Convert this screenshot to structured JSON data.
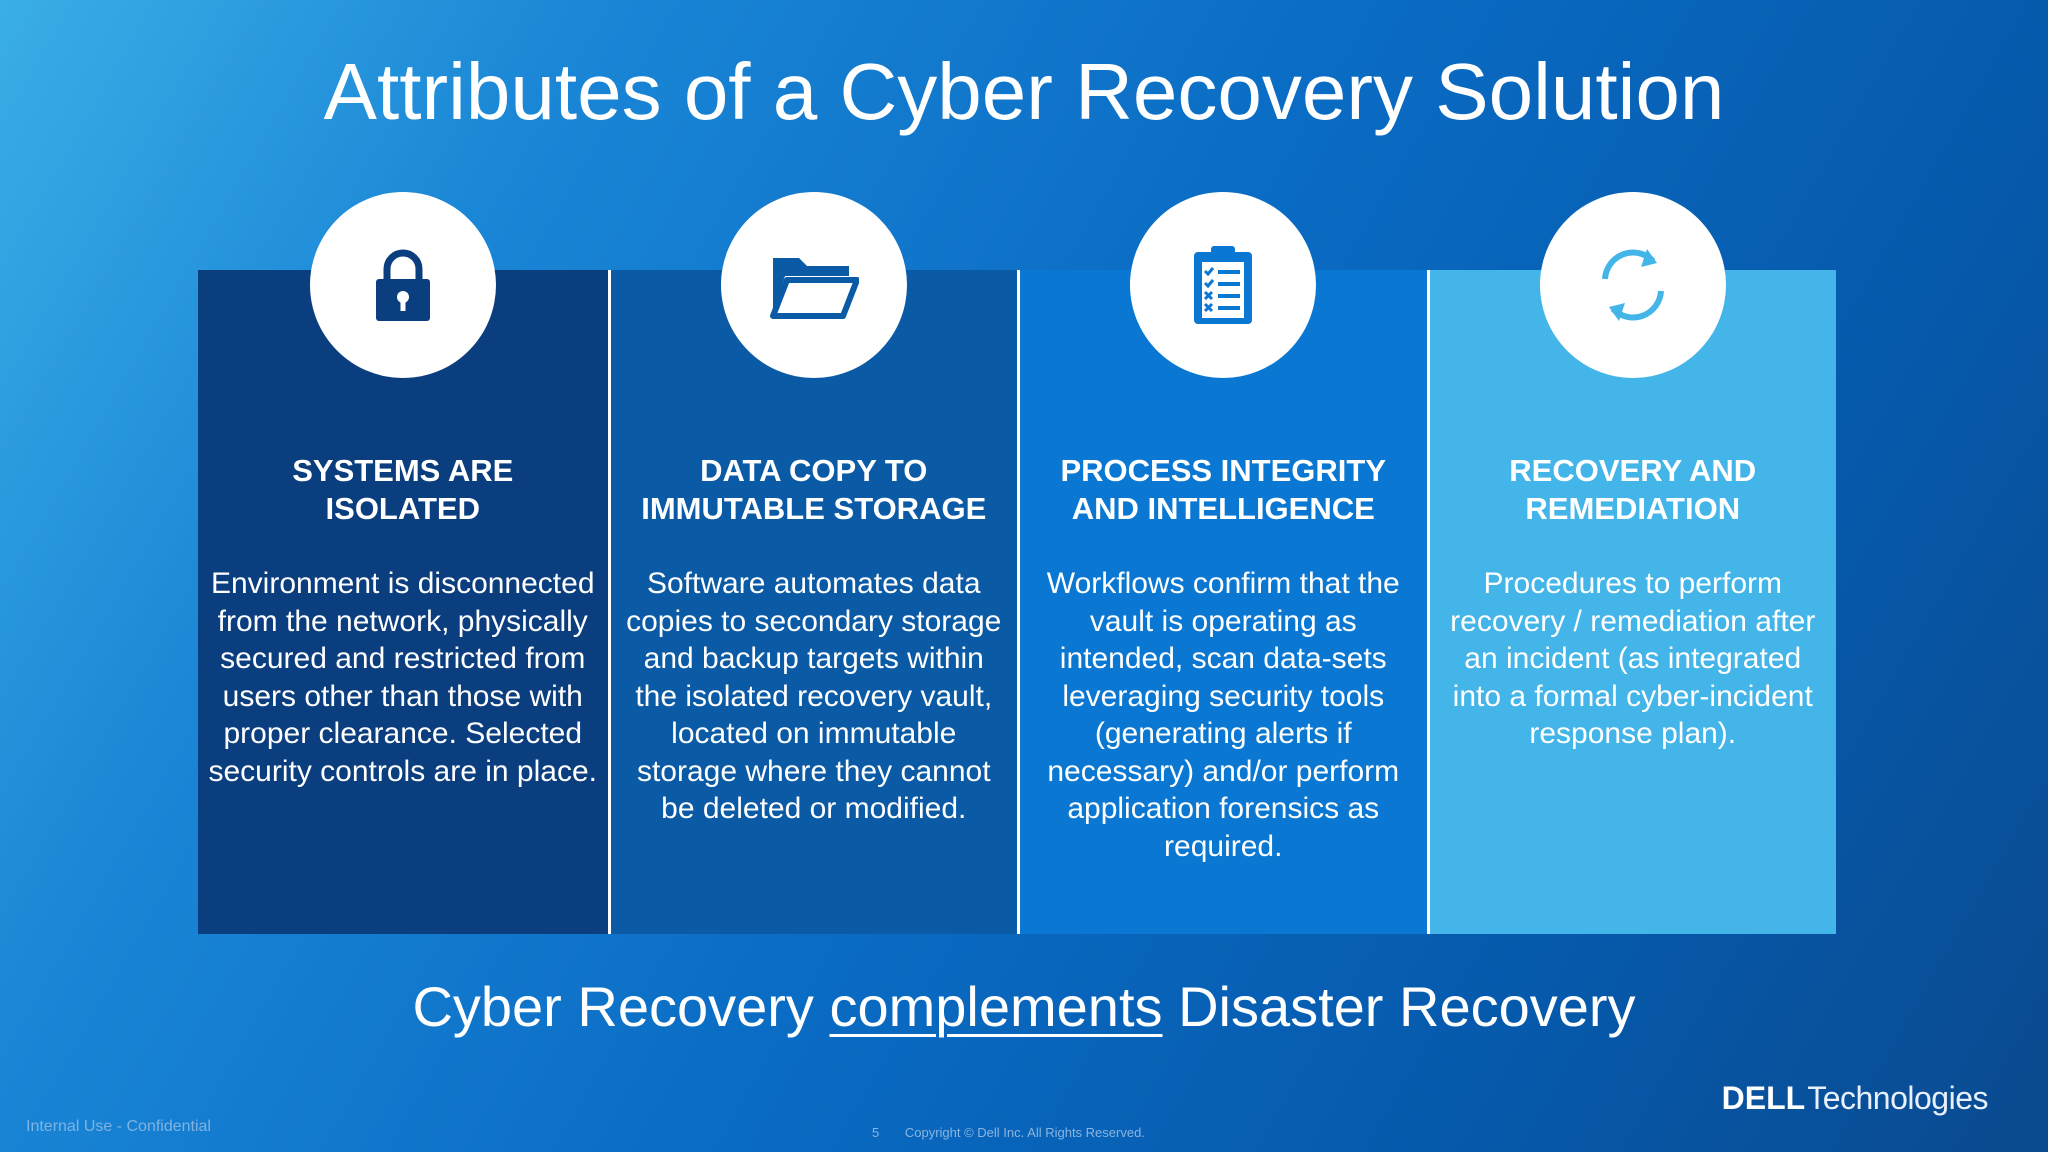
{
  "slide": {
    "title": "Attributes of a Cyber Recovery Solution",
    "tagline_before": "Cyber Recovery ",
    "tagline_emphasis": "complements",
    "tagline_after": " Disaster Recovery"
  },
  "panels": [
    {
      "icon": "lock-icon",
      "heading": "SYSTEMS ARE\nISOLATED",
      "body": "Environment is disconnected from the network, physically secured and restricted from users other than those with proper clearance. Selected security controls are in place."
    },
    {
      "icon": "folder-icon",
      "heading": "DATA COPY TO\nIMMUTABLE STORAGE",
      "body": "Software automates data copies to secondary storage and backup targets within the isolated recovery vault, located on immutable storage where they cannot be deleted or modified."
    },
    {
      "icon": "clipboard-checklist-icon",
      "heading": "PROCESS INTEGRITY\nAND INTELLIGENCE",
      "body": "Workflows confirm that the vault is operating as intended, scan data-sets leveraging security tools (generating alerts if necessary) and/or perform application forensics as required."
    },
    {
      "icon": "refresh-cycle-icon",
      "heading": "RECOVERY AND\nREMEDIATION",
      "body": "Procedures to perform recovery / remediation after an incident (as integrated into a formal cyber-incident response plan)."
    }
  ],
  "footer": {
    "classification": "Internal Use - Confidential",
    "page_number": "5",
    "copyright": "Copyright © Dell Inc. All Rights Reserved.",
    "logo_brand": "DELL",
    "logo_suffix": "Technologies"
  },
  "colors": {
    "panel_1": "#0a3e7e",
    "panel_2": "#0a5aa6",
    "panel_3": "#0a78d2",
    "panel_4": "#43b5e8",
    "icon_dark": "#0a3e7e",
    "icon_light": "#43b5e8"
  }
}
